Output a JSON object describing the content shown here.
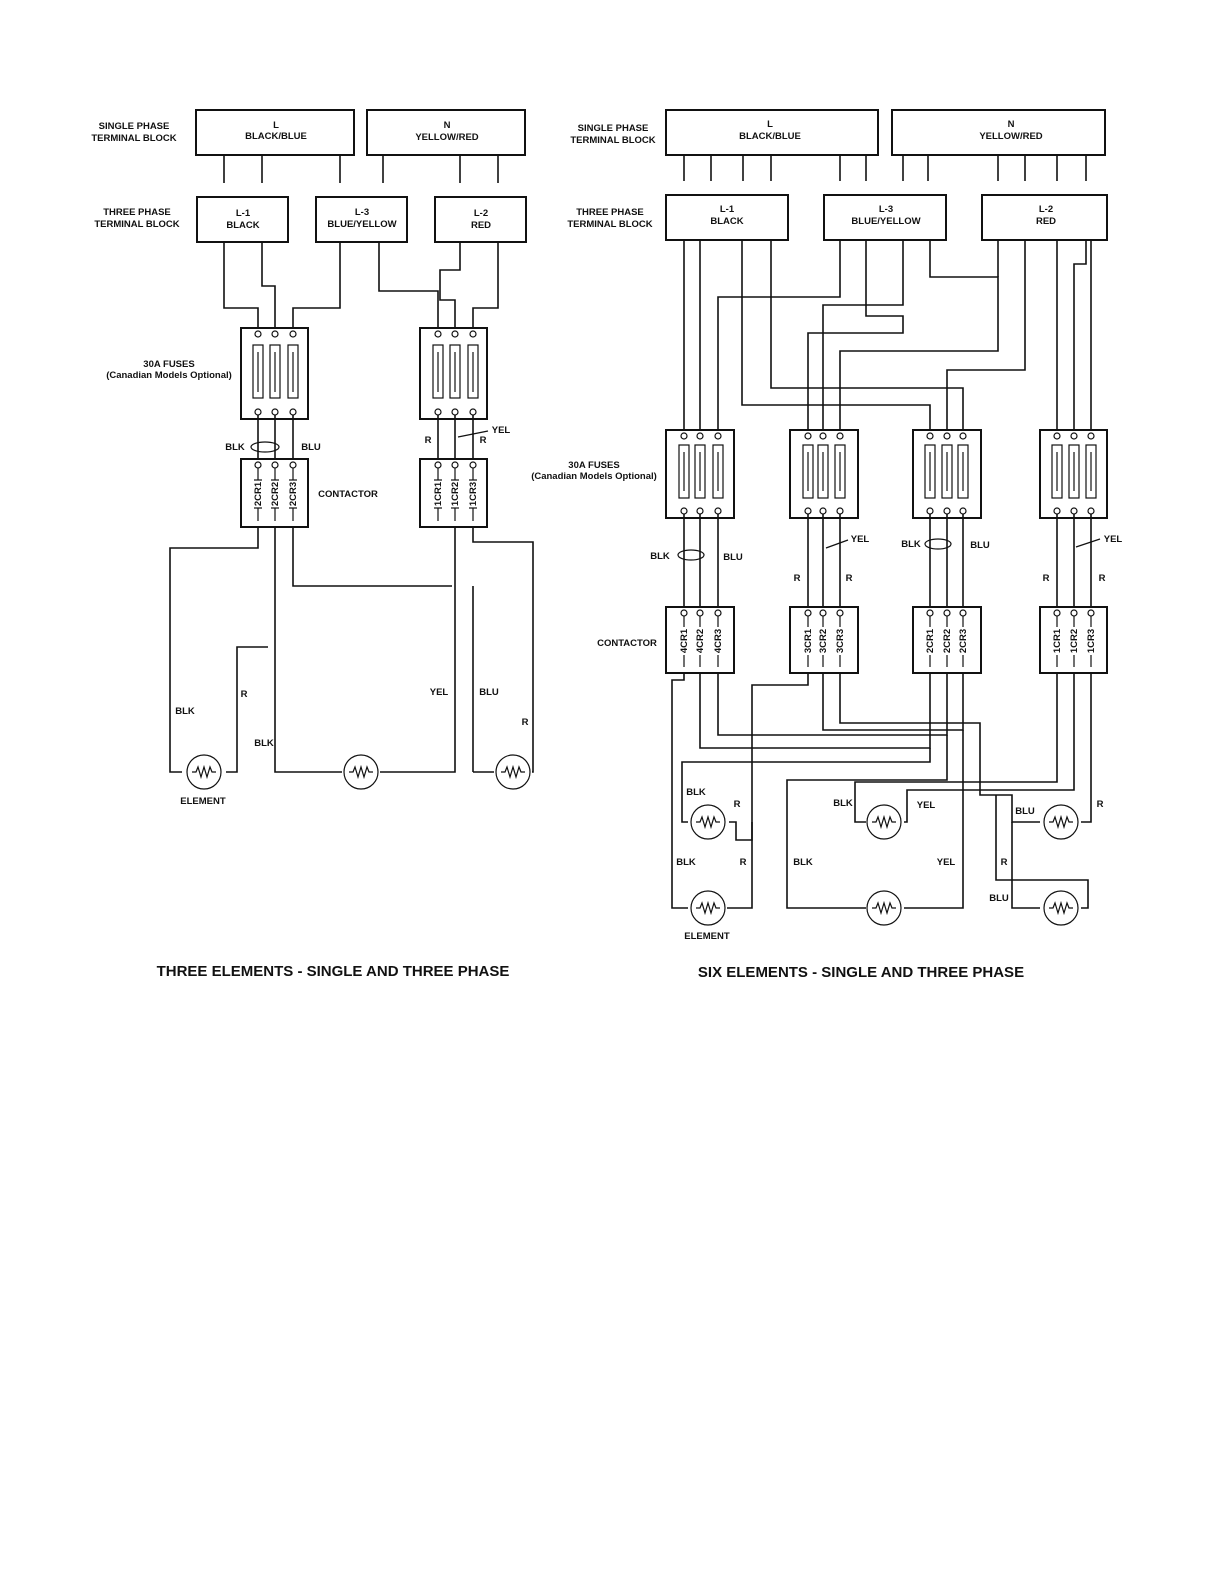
{
  "left": {
    "single_phase_label": [
      "SINGLE PHASE",
      "TERMINAL BLOCK"
    ],
    "single_l": [
      "L",
      "BLACK/BLUE"
    ],
    "single_n": [
      "N",
      "YELLOW/RED"
    ],
    "three_phase_label": [
      "THREE PHASE",
      "TERMINAL BLOCK"
    ],
    "three_l1": [
      "L-1",
      "BLACK"
    ],
    "three_l3": [
      "L-3",
      "BLUE/YELLOW"
    ],
    "three_l2": [
      "L-2",
      "RED"
    ],
    "fuses_label": [
      "30A FUSES",
      "(Canadian Models Optional)"
    ],
    "contactor_label": "CONTACTOR",
    "contactor_a": [
      "2CR1",
      "2CR2",
      "2CR3"
    ],
    "contactor_b": [
      "1CR1",
      "1CR2",
      "1CR3"
    ],
    "wire_labels": {
      "blk": "BLK",
      "blu": "BLU",
      "r": "R",
      "yel": "YEL"
    },
    "element_label": "ELEMENT",
    "caption": "THREE ELEMENTS - SINGLE AND THREE PHASE"
  },
  "right": {
    "single_phase_label": [
      "SINGLE PHASE",
      "TERMINAL BLOCK"
    ],
    "single_l": [
      "L",
      "BLACK/BLUE"
    ],
    "single_n": [
      "N",
      "YELLOW/RED"
    ],
    "three_phase_label": [
      "THREE PHASE",
      "TERMINAL BLOCK"
    ],
    "three_l1": [
      "L-1",
      "BLACK"
    ],
    "three_l3": [
      "L-3",
      "BLUE/YELLOW"
    ],
    "three_l2": [
      "L-2",
      "RED"
    ],
    "fuses_label": [
      "30A FUSES",
      "(Canadian Models Optional)"
    ],
    "contactor_label": "CONTACTOR",
    "contactor_1": [
      "4CR1",
      "4CR2",
      "4CR3"
    ],
    "contactor_2": [
      "3CR1",
      "3CR2",
      "3CR3"
    ],
    "contactor_3": [
      "2CR1",
      "2CR2",
      "2CR3"
    ],
    "contactor_4": [
      "1CR1",
      "1CR2",
      "1CR3"
    ],
    "wire_labels": {
      "blk": "BLK",
      "blu": "BLU",
      "r": "R",
      "yel": "YEL"
    },
    "element_label": "ELEMENT",
    "caption": "SIX ELEMENTS - SINGLE AND THREE PHASE"
  }
}
